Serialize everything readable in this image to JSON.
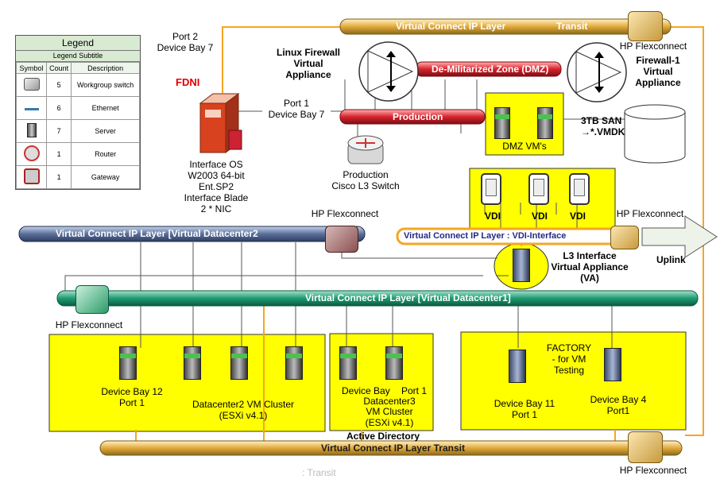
{
  "legend": {
    "title": "Legend",
    "subtitle": "Legend Subtitle",
    "headers": [
      "Symbol",
      "Count",
      "Description"
    ],
    "rows": [
      {
        "icon": "workgroup-switch-icon",
        "count": "5",
        "description": "Workgroup switch"
      },
      {
        "icon": "ethernet-icon",
        "count": "6",
        "description": "Ethernet"
      },
      {
        "icon": "server-icon",
        "count": "7",
        "description": "Server"
      },
      {
        "icon": "router-icon",
        "count": "1",
        "description": "Router"
      },
      {
        "icon": "gateway-icon",
        "count": "1",
        "description": "Gateway"
      }
    ]
  },
  "buses": {
    "transit_top": "Virtual Connect IP Layer",
    "transit_top_suffix": "Transit",
    "dmz": "De-Militarized Zone (DMZ)",
    "production": "Production",
    "vdc2": "Virtual Connect IP Layer [Virtual Datacenter2",
    "vdi": "Virtual Connect IP Layer : VDI-Interface",
    "vdc1": "Virtual Connect IP Layer [Virtual Datacenter1]",
    "transit_bottom": "Virtual Connect IP Layer Transit"
  },
  "labels": {
    "port2": "Port 2",
    "device_bay7_a": "Device Bay 7",
    "fdni": "FDNI",
    "linux_fw_1": "Linux Firewall",
    "linux_fw_2": "Virtual",
    "linux_fw_3": "Appliance",
    "port1": "Port 1",
    "device_bay7_b": "Device Bay 7",
    "interface_os_1": "Interface OS",
    "interface_os_2": "W2003 64-bit",
    "interface_os_3": "Ent.SP2",
    "interface_os_4": "Interface Blade",
    "interface_os_5": "2 * NIC",
    "prod_switch_1": "Production",
    "prod_switch_2": "Cisco L3 Switch",
    "hp_flex_top": "HP Flexconnect",
    "fw1_1": "Firewall-1",
    "fw1_2": "Virtual",
    "fw1_3": "Appliance",
    "dmz_vms": "DMZ VM's",
    "san_1": "3TB SAN",
    "san_2": "→*.VMDK",
    "vdi_a": "VDI",
    "vdi_b": "VDI",
    "vdi_c": "VDI",
    "hp_flex_mid": "HP Flexconnect",
    "hp_flex_right": "HP Flexconnect",
    "uplink": "Uplink",
    "l3_1": "L3 Interface",
    "l3_2": "Virtual Appliance",
    "l3_3": "(VA)",
    "hp_flex_left": "HP Flexconnect",
    "bay12_1": "Device Bay 12",
    "bay12_2": "Port 1",
    "dc2_1": "Datacenter2 VM Cluster",
    "dc2_2": "(ESXi v4.1)",
    "dc3_bay": "Device Bay",
    "dc3_port": "Port  1",
    "dc3_1": "Datacenter3",
    "dc3_2": "VM Cluster",
    "dc3_3": "(ESXi v4.1)",
    "active_directory": "Active Directory",
    "factory_1": "FACTORY",
    "factory_2": "- for VM",
    "factory_3": "Testing",
    "bay11_1": "Device Bay 11",
    "bay11_2": "Port 1",
    "bay4_1": "Device Bay 4",
    "bay4_2": "Port1",
    "hp_flex_bottom": "HP Flexconnect",
    "bottom_transit": ": Transit"
  },
  "colors": {
    "transit": "#e8b84a",
    "red_bus": "#d9232d",
    "blue_bus": "#5b7fb3",
    "green_bus": "#1e9b73",
    "yellow_box": "#ffff00",
    "orange_line": "#f5a623",
    "fdni": "#e00000"
  }
}
